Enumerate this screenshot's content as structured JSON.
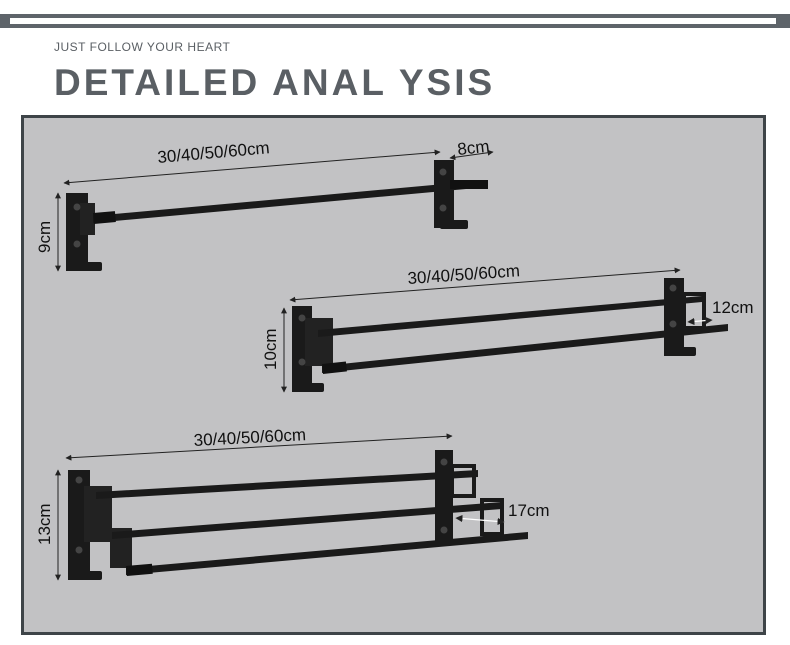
{
  "header": {
    "tagline": "JUST FOLLOW YOUR HEART",
    "title": "DETAILED ANAL YSIS"
  },
  "colors": {
    "panel_bg": "#c2c2c4",
    "panel_border": "#3e4448",
    "rack_metal": "#1a1a1a",
    "heading_text": "#5a5f64"
  },
  "racks": [
    {
      "name": "single-bar-rack",
      "length_label": "30/40/50/60cm",
      "depth_label": "8cm",
      "height_label": "9cm"
    },
    {
      "name": "double-bar-rack",
      "length_label": "30/40/50/60cm",
      "depth_label": "12cm",
      "height_label": "10cm"
    },
    {
      "name": "triple-bar-rack",
      "length_label": "30/40/50/60cm",
      "depth_label": "17cm",
      "height_label": "13cm"
    }
  ]
}
